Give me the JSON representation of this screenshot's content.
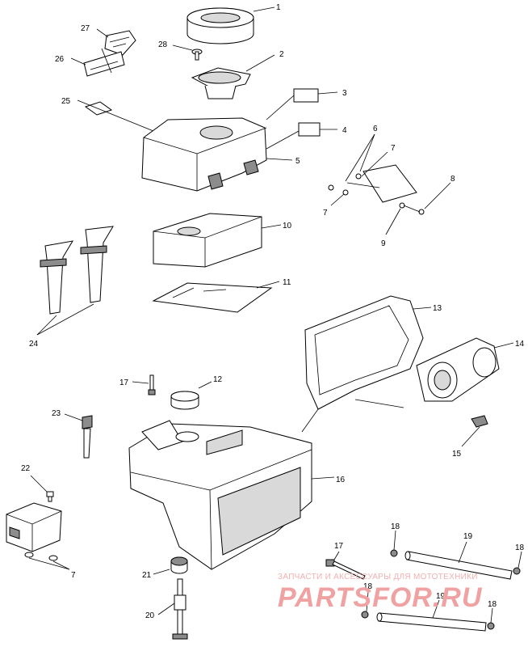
{
  "callouts": [
    {
      "key": "c1",
      "text": "1"
    },
    {
      "key": "c2",
      "text": "2"
    },
    {
      "key": "c3",
      "text": "3"
    },
    {
      "key": "c4",
      "text": "4"
    },
    {
      "key": "c5",
      "text": "5"
    },
    {
      "key": "c6",
      "text": "6"
    },
    {
      "key": "c7a",
      "text": "7"
    },
    {
      "key": "c7b",
      "text": "7"
    },
    {
      "key": "c7c",
      "text": "7"
    },
    {
      "key": "c8",
      "text": "8"
    },
    {
      "key": "c9",
      "text": "9"
    },
    {
      "key": "c10",
      "text": "10"
    },
    {
      "key": "c11",
      "text": "11"
    },
    {
      "key": "c12",
      "text": "12"
    },
    {
      "key": "c13",
      "text": "13"
    },
    {
      "key": "c14",
      "text": "14"
    },
    {
      "key": "c15",
      "text": "15"
    },
    {
      "key": "c16",
      "text": "16"
    },
    {
      "key": "c17a",
      "text": "17"
    },
    {
      "key": "c17b",
      "text": "17"
    },
    {
      "key": "c18a",
      "text": "18"
    },
    {
      "key": "c18b",
      "text": "18"
    },
    {
      "key": "c18c",
      "text": "18"
    },
    {
      "key": "c18d",
      "text": "18"
    },
    {
      "key": "c19a",
      "text": "19"
    },
    {
      "key": "c19b",
      "text": "19"
    },
    {
      "key": "c20",
      "text": "20"
    },
    {
      "key": "c21",
      "text": "21"
    },
    {
      "key": "c22",
      "text": "22"
    },
    {
      "key": "c23",
      "text": "23"
    },
    {
      "key": "c24",
      "text": "24"
    },
    {
      "key": "c25",
      "text": "25"
    },
    {
      "key": "c26",
      "text": "26"
    },
    {
      "key": "c27",
      "text": "27"
    },
    {
      "key": "c28",
      "text": "28"
    }
  ],
  "watermark": {
    "tagline": "ЗАПЧАСТИ И АКСЕССУАРЫ ДЛЯ МОТОТЕХНИКИ",
    "brand": "PARTSFOR.RU"
  }
}
